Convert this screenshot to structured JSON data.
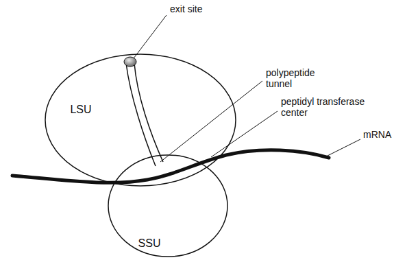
{
  "diagram": {
    "nodes": [
      {
        "text": [
          "LSU"
        ]
      },
      {
        "text": [
          "SSU"
        ]
      }
    ],
    "labels": [
      "exit site",
      "polypeptide tunnel",
      "peptidyl transferase center",
      "mRNA"
    ]
  }
}
